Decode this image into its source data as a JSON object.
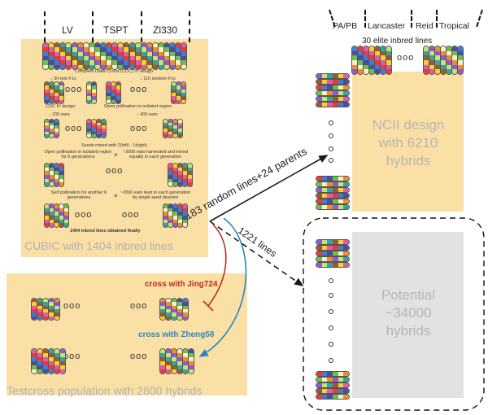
{
  "colors": {
    "panel": "#fbe0a6",
    "grey_box": "#e2e2e2",
    "cross_red": "#c0271b",
    "cross_blue": "#2a84c4",
    "arrow": "#1a1a1a"
  },
  "cubic": {
    "groups": [
      "LV",
      "TSPT",
      "Zl330"
    ],
    "step_dialel": "Complete Dialel Cross (CDC) IV design",
    "step_30": "↓ 30 test F1s",
    "step_110": "↓ 110 random F1s",
    "label_cdc": "CDC IV design",
    "label_openpoll": "Open pollination in isolated region",
    "step_200": "↓ 200 ears",
    "step_400": "↓ 400 ears",
    "seeds_mixed": "Seeds mixed with 2(left) : 1(right)",
    "open_poll_6": "Open pollination in isolated region for 6 generations",
    "harvest_2000": "~2000 ears harvested and mixed equally in each generation",
    "self_poll_6": "Self pollination for another 6 generations",
    "kept_2000": "~2000 ears kept in each generation by single seed descent",
    "final": "1404 inbred lines obtained finally",
    "title": "CUBIC with 1404 inbred lines"
  },
  "testcross": {
    "cross_jing": "cross with Jing724",
    "cross_zheng": "cross with Zheng58",
    "title": "Testcross population with 2800 hybrids"
  },
  "ncii": {
    "groups": [
      "PA/PB",
      "Lancaster",
      "Reid",
      "Tropical"
    ],
    "elite": "30 elite inbred lines",
    "title": "NCII design with 6210 hybrids"
  },
  "potential": {
    "title": "Potential ~34000 hybrids"
  },
  "arrows": {
    "random_parents": "183 random lines+24 parents",
    "lines_1221": "1221 lines"
  },
  "ellipsis": "ooo"
}
